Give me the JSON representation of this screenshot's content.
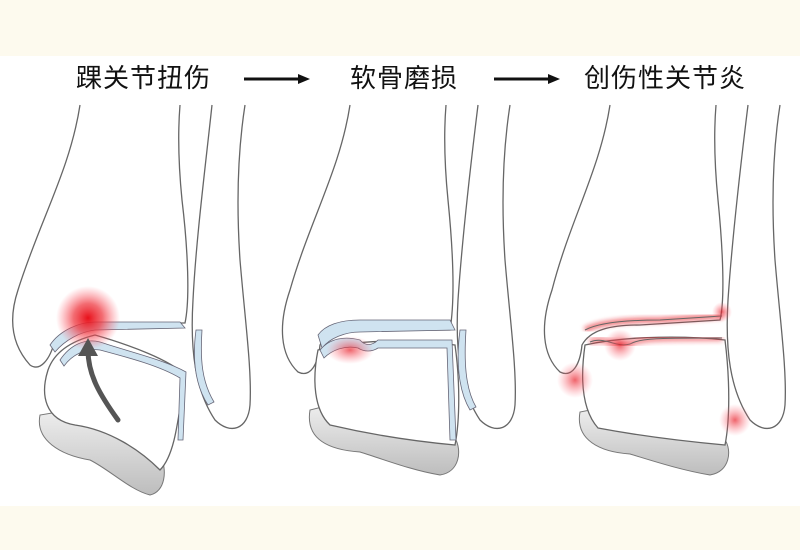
{
  "diagram": {
    "title_flow": [
      {
        "label": "踝关节扭伤"
      },
      {
        "label": "软骨磨损"
      },
      {
        "label": "创伤性关节炎"
      }
    ],
    "arrows": [
      "right-arrow",
      "right-arrow"
    ],
    "panels": [
      {
        "name": "ankle-sprain",
        "highlight": "red glow at tibia-talus joint medial edge, curved arrow showing talus tilt"
      },
      {
        "name": "cartilage-wear",
        "highlight": "red area on talar dome cartilage"
      },
      {
        "name": "traumatic-arthritis",
        "highlight": "red inflamed joint line and margins"
      }
    ],
    "colors": {
      "background": "#fdfaee",
      "panel": "#ffffff",
      "bone_outline": "#555555",
      "cartilage": "#cfe3f0",
      "inflammation": "#e8141e",
      "text": "#111111"
    }
  }
}
